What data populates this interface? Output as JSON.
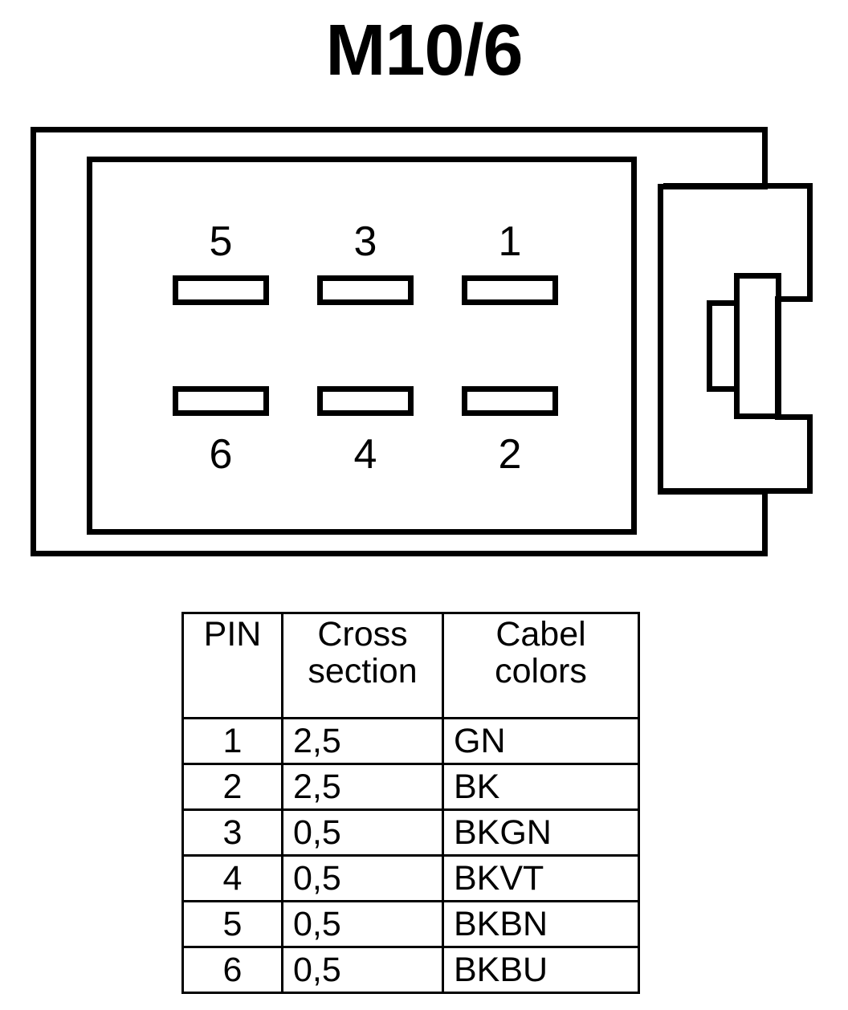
{
  "title": "M10/6",
  "connector": {
    "pins_top_row": [
      {
        "number": "5"
      },
      {
        "number": "3"
      },
      {
        "number": "1"
      }
    ],
    "pins_bottom_row": [
      {
        "number": "6"
      },
      {
        "number": "4"
      },
      {
        "number": "2"
      }
    ]
  },
  "table": {
    "headers": {
      "pin": "PIN",
      "cross_section_line1": "Cross",
      "cross_section_line2": "section",
      "cable_colors_line1": "Cabel",
      "cable_colors_line2": "colors"
    },
    "rows": [
      {
        "pin": "1",
        "cross_section": "2,5",
        "color": "GN"
      },
      {
        "pin": "2",
        "cross_section": "2,5",
        "color": "BK"
      },
      {
        "pin": "3",
        "cross_section": "0,5",
        "color": "BKGN"
      },
      {
        "pin": "4",
        "cross_section": "0,5",
        "color": "BKVT"
      },
      {
        "pin": "5",
        "cross_section": "0,5",
        "color": "BKBN"
      },
      {
        "pin": "6",
        "cross_section": "0,5",
        "color": "BKBU"
      }
    ]
  },
  "colors": {
    "stroke": "#000000",
    "background": "#ffffff"
  }
}
